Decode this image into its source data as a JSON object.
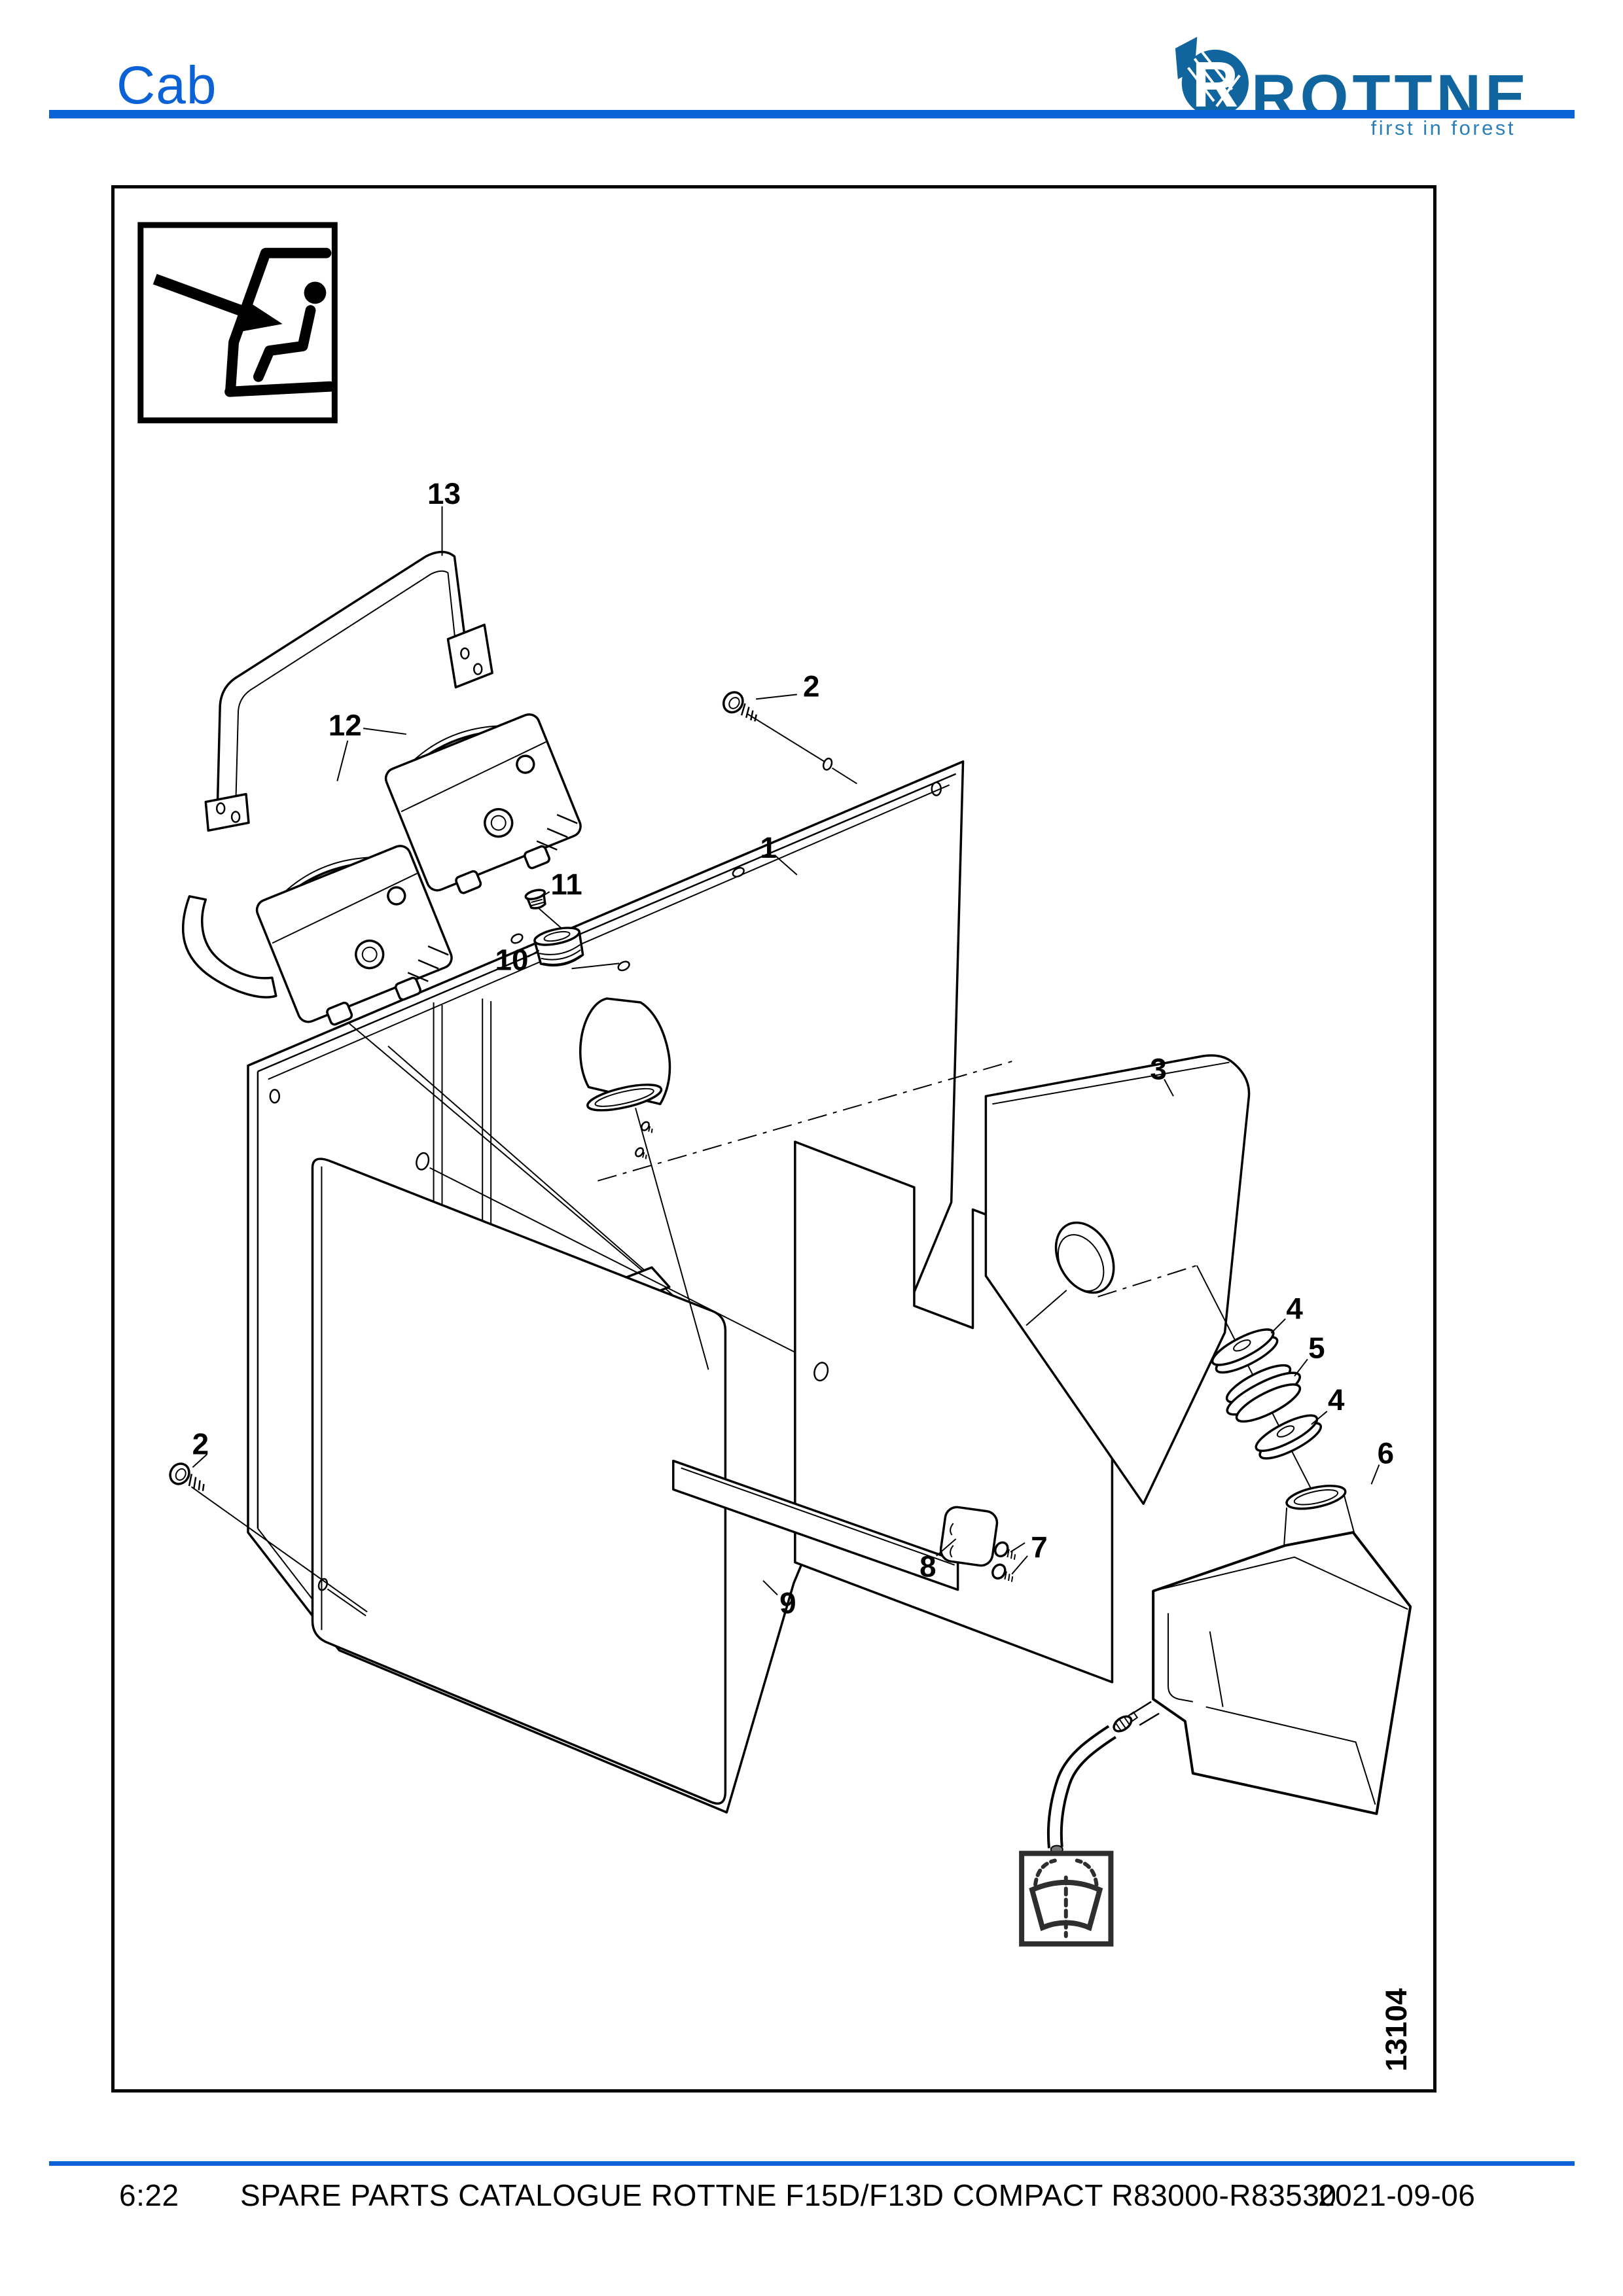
{
  "header": {
    "page_title": "Cab",
    "logo": {
      "brand": "ROTTNE",
      "tagline": "first in forest"
    },
    "accent_color": "#0b62d6",
    "logo_color": "#11659f"
  },
  "figure": {
    "drawing_number": "13104",
    "pictograms": {
      "top_left": "arrow-into-cab-seat-pictogram",
      "bottom": "windshield-washer-pictogram"
    },
    "callouts": [
      {
        "label": "13"
      },
      {
        "label": "12"
      },
      {
        "label": "2"
      },
      {
        "label": "1"
      },
      {
        "label": "11"
      },
      {
        "label": "10"
      },
      {
        "label": "3"
      },
      {
        "label": "4"
      },
      {
        "label": "5"
      },
      {
        "label": "4"
      },
      {
        "label": "6"
      },
      {
        "label": "2"
      },
      {
        "label": "7"
      },
      {
        "label": "8"
      },
      {
        "label": "9"
      }
    ]
  },
  "footer": {
    "page_number": "6:22",
    "catalogue_title": "SPARE PARTS CATALOGUE ROTTNE F15D/F13D COMPACT R83000-R83530",
    "date": "2021-09-06"
  }
}
